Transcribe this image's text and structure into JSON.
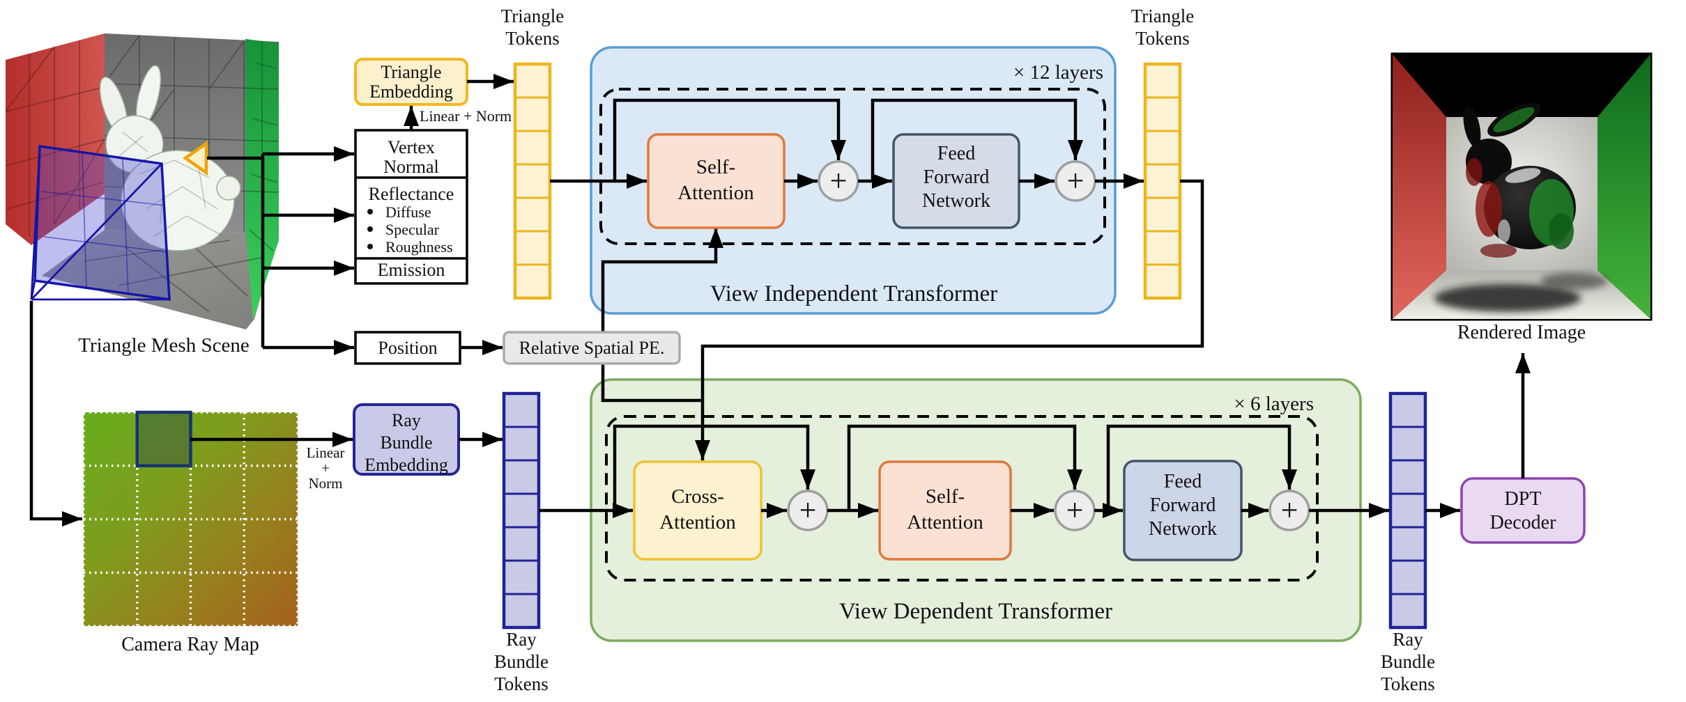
{
  "scene": {
    "label": "Triangle Mesh Scene"
  },
  "camera_map": {
    "label": "Camera Ray Map"
  },
  "rendered": {
    "label": "Rendered Image"
  },
  "annotations": {
    "linear_norm": "Linear + Norm",
    "linear_norm_stacked": [
      "Linear",
      "+",
      "Norm"
    ],
    "plus": "+"
  },
  "features": {
    "vertex_normal_lines": [
      "Vertex",
      "Normal"
    ],
    "reflectance_title": "Reflectance",
    "reflectance_bullets": [
      "Diffuse",
      "Specular",
      "Roughness"
    ],
    "emission": "Emission",
    "position": "Position",
    "pe": "Relative Spatial PE."
  },
  "triangle_embedding_lines": [
    "Triangle",
    "Embedding"
  ],
  "ray_bundle_embedding_lines": [
    "Ray",
    "Bundle",
    "Embedding"
  ],
  "tokens": {
    "triangle_left": {
      "label_lines": [
        "Triangle",
        "Tokens"
      ],
      "cells": 7
    },
    "triangle_right": {
      "label_lines": [
        "Triangle",
        "Tokens"
      ],
      "cells": 7
    },
    "ray_left": {
      "label_lines": [
        "Ray",
        "Bundle",
        "Tokens"
      ],
      "cells": 7
    },
    "ray_right": {
      "label_lines": [
        "Ray",
        "Bundle",
        "Tokens"
      ],
      "cells": 7
    }
  },
  "vit": {
    "title": "View Independent Transformer",
    "layers_label": "× 12 layers",
    "self_attention_lines": [
      "Self-",
      "Attention"
    ],
    "ffn_lines": [
      "Feed",
      "Forward",
      "Network"
    ]
  },
  "vdt": {
    "title": "View Dependent Transformer",
    "layers_label": "× 6 layers",
    "cross_attention_lines": [
      "Cross-",
      "Attention"
    ],
    "self_attention_lines": [
      "Self-",
      "Attention"
    ],
    "ffn_lines": [
      "Feed",
      "Forward",
      "Network"
    ]
  },
  "dpt_lines": [
    "DPT",
    "Decoder"
  ],
  "colors": {
    "vit_fill": "#dbe9f7",
    "vit_border": "#5b9bd5",
    "vdt_fill": "#e4efdc",
    "vdt_border": "#7cab5e",
    "self_attention_fill": "#fae1d3",
    "self_attention_border": "#e0793a",
    "cross_attention_fill": "#fdf2cf",
    "cross_attention_border": "#f2c12e",
    "ffn_fill": "#d6dbe8",
    "ffn_border": "#44546a",
    "triangle_token_fill": "#fdf3d4",
    "triangle_token_border": "#edb51e",
    "ray_token_fill": "#c9cae6",
    "ray_token_border": "#1f2396",
    "triangle_embedding_fill": "#fdf0cd",
    "triangle_embedding_border": "#f2b724",
    "ray_embedding_fill": "#c9c9e8",
    "ray_embedding_border": "#232596",
    "pe_fill": "#e9e9e9",
    "pe_border": "#ababab",
    "dpt_fill": "#e9daf1",
    "dpt_border": "#8e44ad",
    "plus_fill": "#ededed",
    "plus_border": "#9e9e9e",
    "wire": "#000000"
  }
}
